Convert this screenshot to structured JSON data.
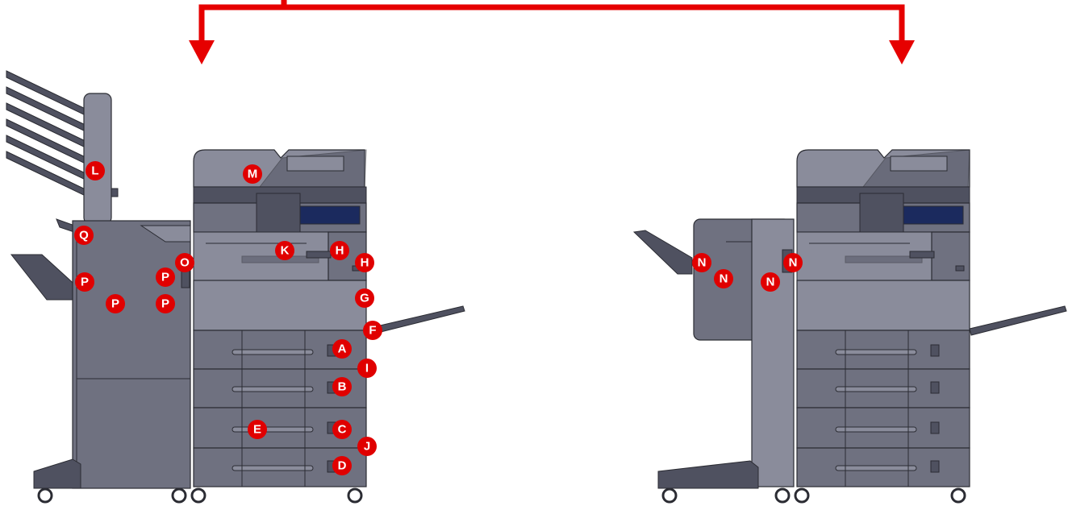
{
  "colors": {
    "body": "#6f7180",
    "body_light": "#8a8c9b",
    "body_dark": "#4f5160",
    "outline": "#2b2c33",
    "marker": "#e00000",
    "arrow": "#e60000",
    "panel_screen": "#1b2a5e"
  },
  "left_configuration": {
    "markers": {
      "A": "A",
      "B": "B",
      "C": "C",
      "D": "D",
      "E": "E",
      "F": "F",
      "G": "G",
      "H1": "H",
      "H2": "H",
      "I": "I",
      "J": "J",
      "K": "K",
      "L": "L",
      "M": "M",
      "O": "O",
      "P1": "P",
      "P2": "P",
      "P3": "P",
      "P4": "P",
      "Q": "Q"
    }
  },
  "right_configuration": {
    "markers": {
      "N1": "N",
      "N2": "N",
      "N3": "N",
      "N4": "N"
    }
  }
}
